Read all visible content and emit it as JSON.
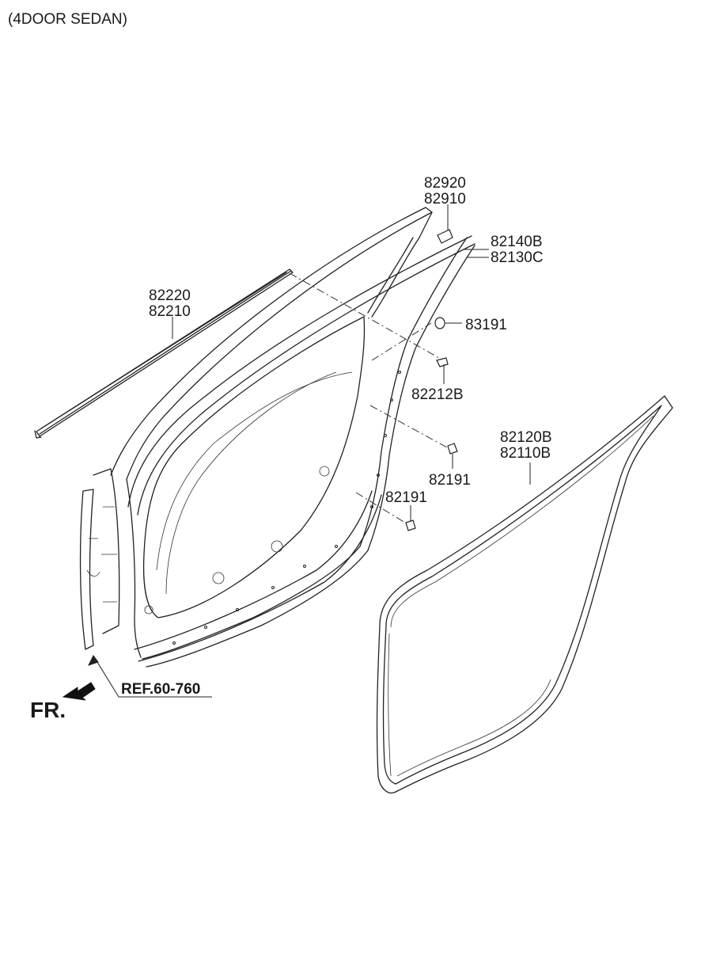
{
  "header": {
    "caption": "(4DOOR SEDAN)"
  },
  "callouts": {
    "molding_a": "82220",
    "molding_b": "82210",
    "channel_a": "82920",
    "channel_b": "82910",
    "weatherstrip_upper_a": "82140B",
    "weatherstrip_upper_b": "82130C",
    "grommet": "83191",
    "clip_upper": "82212B",
    "pin_a": "82191",
    "pin_b": "82191",
    "weatherstrip_a": "82120B",
    "weatherstrip_b": "82110B",
    "reference": "REF.60-760",
    "front_marker": "FR."
  }
}
